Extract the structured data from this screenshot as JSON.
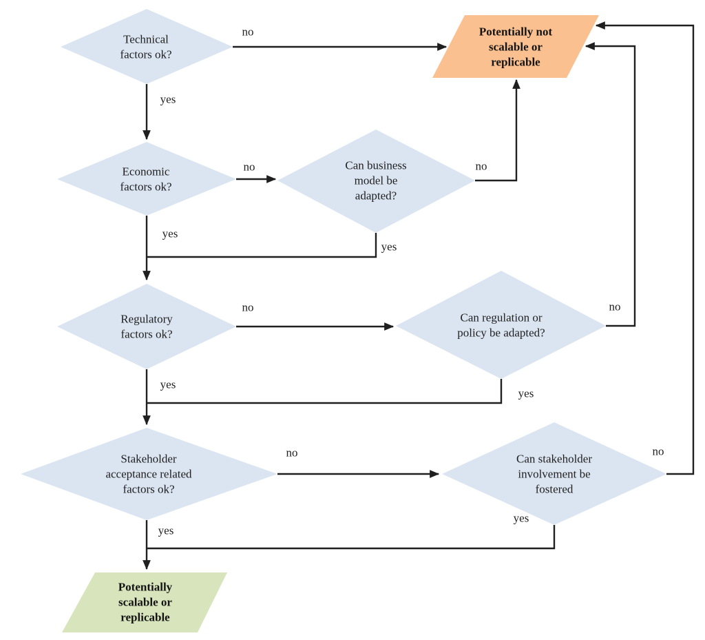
{
  "diagram": {
    "colors": {
      "decision_fill": "#dbe5f1",
      "negative_fill": "#fac090",
      "positive_fill": "#d7e4bc",
      "line": "#1f1f1f"
    },
    "nodes": {
      "technical": {
        "label": "Technical factors ok?"
      },
      "economic": {
        "label": "Economic factors ok?"
      },
      "business": {
        "label": "Can business model be adapted?"
      },
      "regulatory": {
        "label": "Regulatory factors ok?"
      },
      "regulation": {
        "label": "Can regulation or policy be adapted?"
      },
      "stakeholder": {
        "label": "Stakeholder acceptance related factors ok?"
      },
      "involvement": {
        "label": "Can stakeholder involvement be fostered"
      },
      "not_scalable": {
        "label": "Potentially not scalable or replicable"
      },
      "scalable": {
        "label": "Potentially scalable or replicable"
      }
    },
    "edge_labels": {
      "yes": "yes",
      "no": "no"
    }
  }
}
